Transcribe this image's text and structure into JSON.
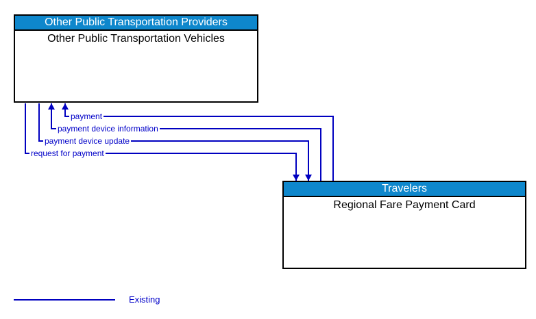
{
  "diagram": {
    "entities": [
      {
        "header": "Other Public Transportation Providers",
        "body": "Other Public Transportation Vehicles"
      },
      {
        "header": "Travelers",
        "body": "Regional Fare Payment Card"
      }
    ],
    "flows": [
      {
        "label": "payment",
        "direction": "to-other-public-transportation-vehicles",
        "status": "existing"
      },
      {
        "label": "payment device information",
        "direction": "to-other-public-transportation-vehicles",
        "status": "existing"
      },
      {
        "label": "payment device update",
        "direction": "to-regional-fare-payment-card",
        "status": "existing"
      },
      {
        "label": "request for payment",
        "direction": "to-regional-fare-payment-card",
        "status": "existing"
      }
    ],
    "legend": {
      "label": "Existing"
    },
    "colors": {
      "header_bg": "#0e87cc",
      "line": "#0000c0",
      "label_text": "#0000c8",
      "box_border": "#000000"
    }
  }
}
